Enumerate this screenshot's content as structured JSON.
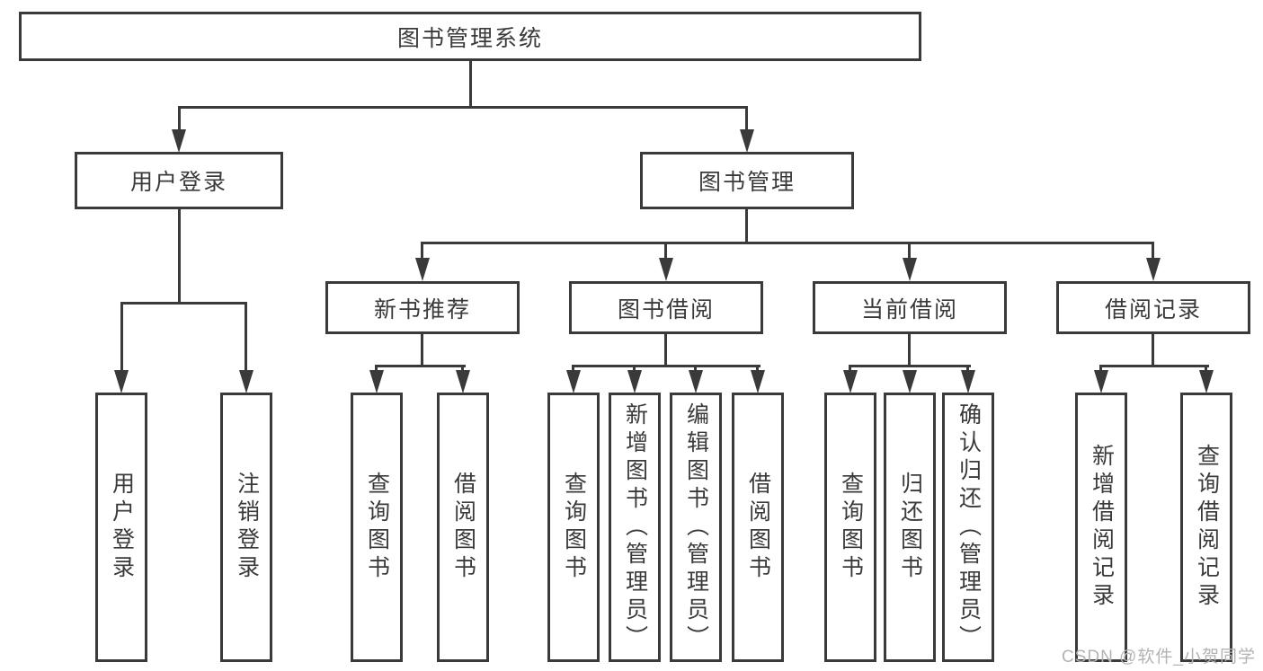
{
  "diagram": {
    "title": "图书管理系统",
    "colors": {
      "line": "#3a3a3a",
      "text": "#3a3a3a",
      "background": "#ffffff",
      "watermark": "#b3b3b3"
    }
  },
  "tree": {
    "root": {
      "label": "图书管理系统"
    },
    "branches": [
      {
        "label": "用户登录",
        "leaves": [
          {
            "label": "用户登录"
          },
          {
            "label": "注销登录"
          }
        ]
      },
      {
        "label": "图书管理",
        "groups": [
          {
            "label": "新书推荐",
            "leaves": [
              {
                "label": "查询图书"
              },
              {
                "label": "借阅图书"
              }
            ]
          },
          {
            "label": "图书借阅",
            "leaves": [
              {
                "label": "查询图书"
              },
              {
                "label": "新增图书（管理员）"
              },
              {
                "label": "编辑图书（管理员）"
              },
              {
                "label": "借阅图书"
              }
            ]
          },
          {
            "label": "当前借阅",
            "leaves": [
              {
                "label": "查询图书"
              },
              {
                "label": "归还图书"
              },
              {
                "label": "确认归还（管理员）"
              }
            ]
          },
          {
            "label": "借阅记录",
            "leaves": [
              {
                "label": "新增借阅记录"
              },
              {
                "label": "查询借阅记录"
              }
            ]
          }
        ]
      }
    ]
  },
  "watermark": {
    "text": "CSDN @软件_小贺同学"
  }
}
